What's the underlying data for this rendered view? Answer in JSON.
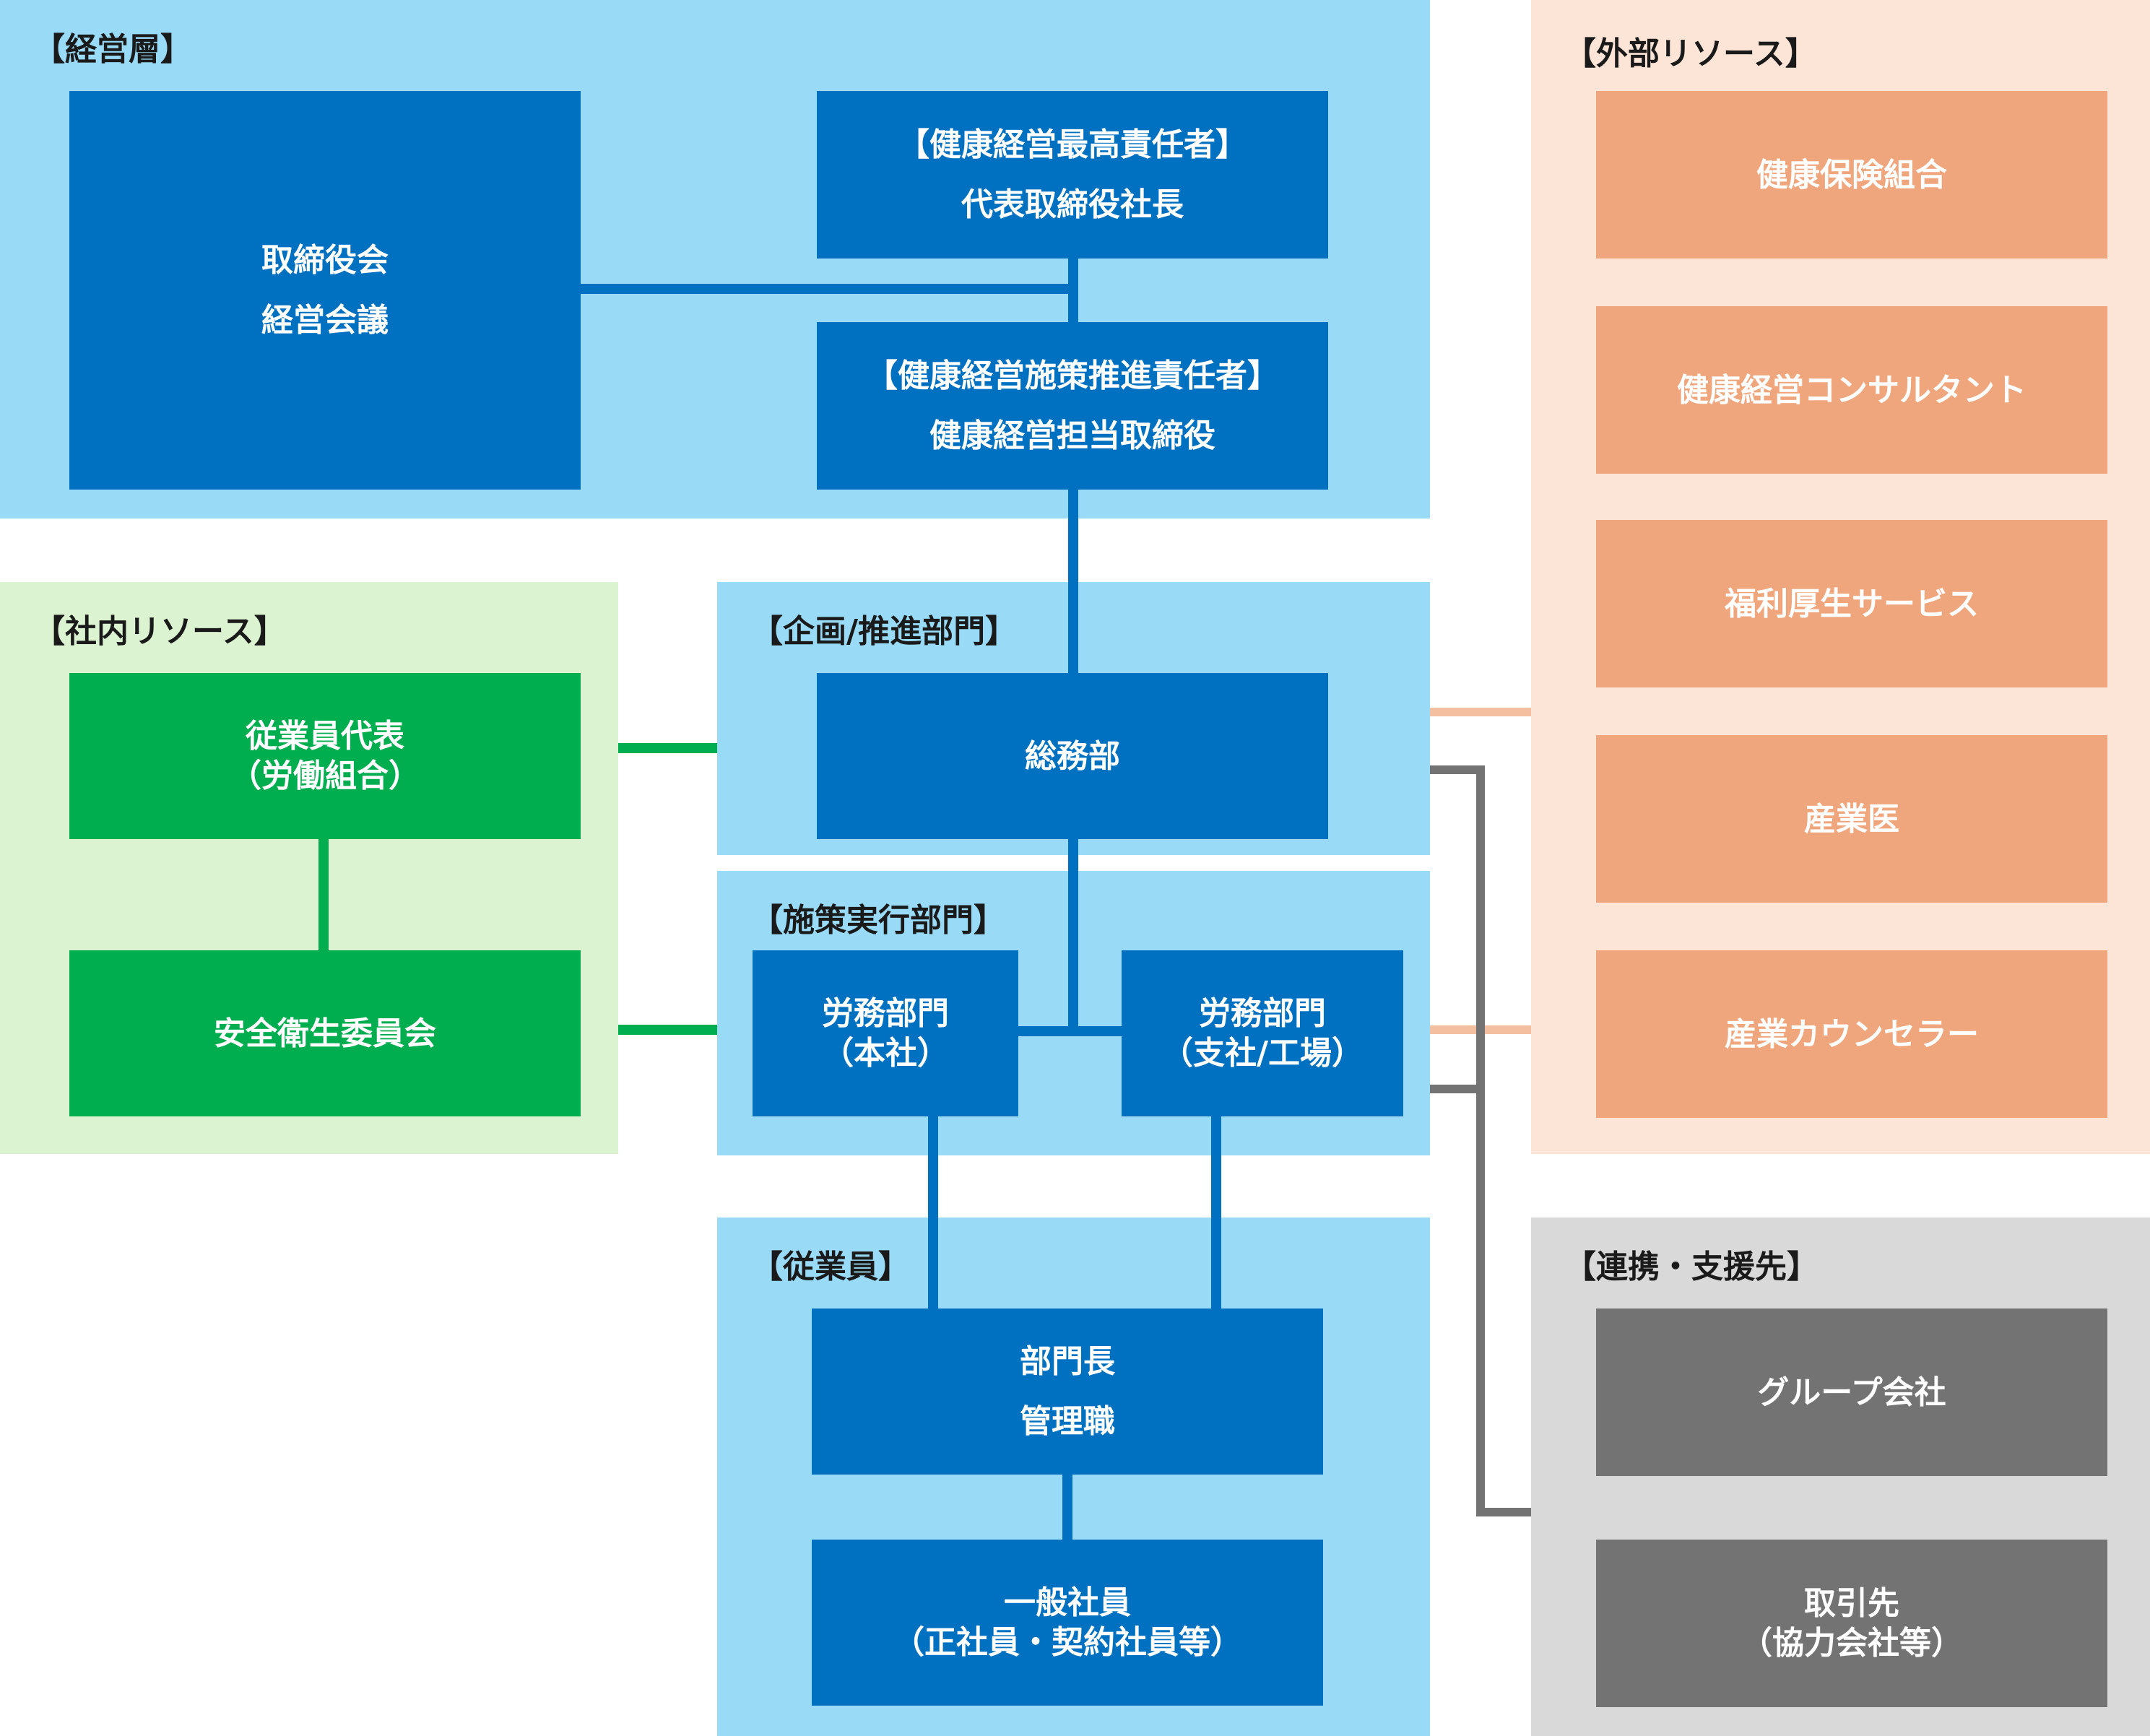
{
  "panels": {
    "management": {
      "title": "【経営層】",
      "color": "#99dbf7"
    },
    "planning": {
      "title": "【企画/推進部門】",
      "color": "#99dbf7"
    },
    "execution": {
      "title": "【施策実行部門】",
      "color": "#99dbf7"
    },
    "employees": {
      "title": "【従業員】",
      "color": "#99dbf7"
    },
    "internal": {
      "title": "【社内リソース】",
      "color": "#dbf3d1"
    },
    "external": {
      "title": "【外部リソース】",
      "color": "#fce4d6"
    },
    "partners": {
      "title": "【連携・支援先】",
      "color": "#d9d9d9"
    }
  },
  "boxes": {
    "board": {
      "line1": "取締役会",
      "line2": "経営会議"
    },
    "ceo": {
      "line1": "【健康経営最高責任者】",
      "line2": "代表取締役社長"
    },
    "promoter": {
      "line1": "【健康経営施策推進責任者】",
      "line2": "健康経営担当取締役"
    },
    "general_affairs": {
      "line1": "総務部"
    },
    "labor_hq": {
      "line1": "労務部門",
      "line2": "（本社）"
    },
    "labor_branch": {
      "line1": "労務部門",
      "line2": "（支社/工場）"
    },
    "managers": {
      "line1": "部門長",
      "line2": "管理職"
    },
    "general_staff": {
      "line1": "一般社員",
      "line2": "（正社員・契約社員等）"
    },
    "employee_rep": {
      "line1": "従業員代表",
      "line2": "（労働組合）"
    },
    "safety_committee": {
      "line1": "安全衛生委員会"
    },
    "health_insurance": {
      "line1": "健康保険組合"
    },
    "consultant": {
      "line1": "健康経営コンサルタント"
    },
    "welfare": {
      "line1": "福利厚生サービス"
    },
    "doctor": {
      "line1": "産業医"
    },
    "counselor": {
      "line1": "産業カウンセラー"
    },
    "group_companies": {
      "line1": "グループ会社"
    },
    "business_partners": {
      "line1": "取引先",
      "line2": "（協力会社等）"
    }
  },
  "colors": {
    "box_blue": "#0070c0",
    "box_green": "#00ad4f",
    "box_orange": "#f0a67d",
    "box_gray": "#737373",
    "line_blue": "#0070c0",
    "line_green": "#00ad4f",
    "line_orange": "#f4bfa0",
    "line_gray": "#737373"
  }
}
